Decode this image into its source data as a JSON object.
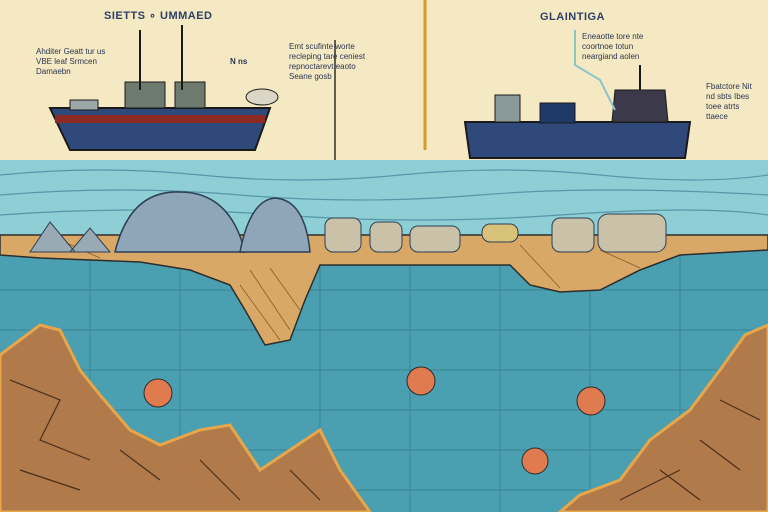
{
  "header": {
    "left_title": "SIETTS ∘ UMMAED",
    "right_title": "GLAINTIGA"
  },
  "annotations": {
    "left_note": "Ahditer Geatt tur us\nVBE leaf Srmcen\nDamaebn",
    "center_note": "Emt scufinte worte\nrecleping tare ceniest\nrepnoctarevt eaoto\nSeane gosb",
    "right_top_note": "Eneaotte tore nte\ncoortnoe totun\nneargiand aolen",
    "right_side_note": "Fbatctore Nit\nnd sbts Ibes\ntoee atrts\nttaece",
    "ship_tag": "N ns"
  },
  "colors": {
    "sky": "#f5e9c3",
    "water": "#4a9fb0",
    "water_light": "#8ecfd6",
    "seabed": "#d9a866",
    "rock": "#b07a4a",
    "hull": "#2f4a7a",
    "hull_red": "#8a2a22",
    "marker": "#e07a4f"
  }
}
